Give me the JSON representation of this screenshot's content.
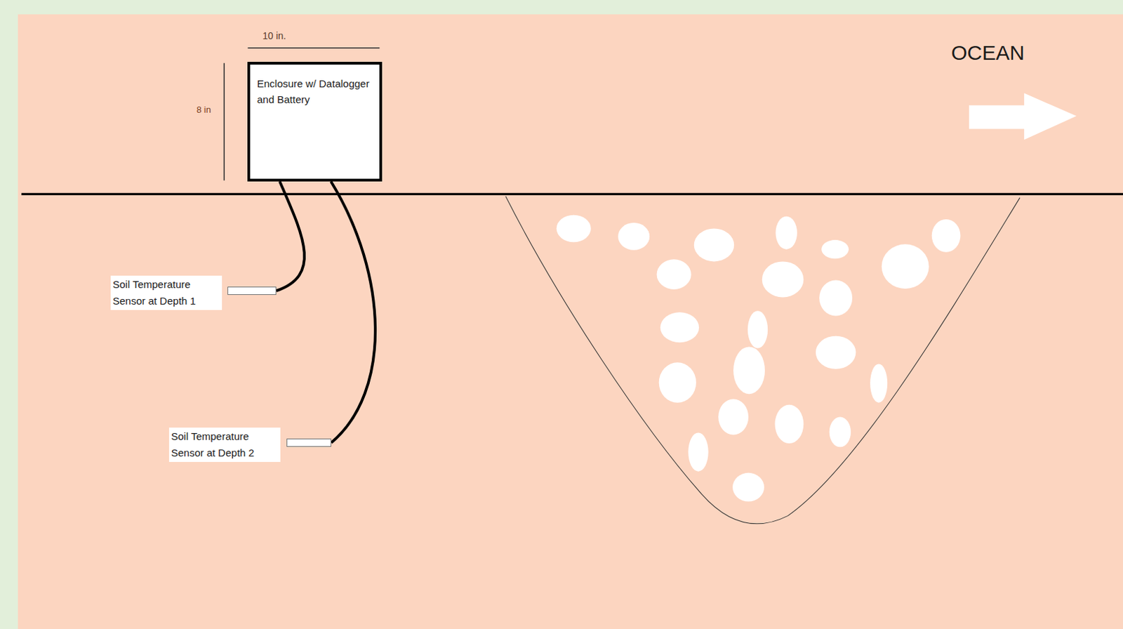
{
  "diagram": {
    "nodes": [
      {
        "text": [
          "Enclosure w/ Datalogger and Battery"
        ]
      },
      {
        "text": [
          "Soil Temperature Sensor at Depth 1"
        ]
      },
      {
        "text": [
          "Soil Temperature Sensor at Depth 2"
        ]
      }
    ],
    "edges": [
      {
        "from": 0,
        "to": 1,
        "arrow": "none"
      },
      {
        "from": 0,
        "to": 2,
        "arrow": "none"
      }
    ],
    "labels": [
      "10 in.",
      "8 in",
      "OCEAN"
    ]
  }
}
